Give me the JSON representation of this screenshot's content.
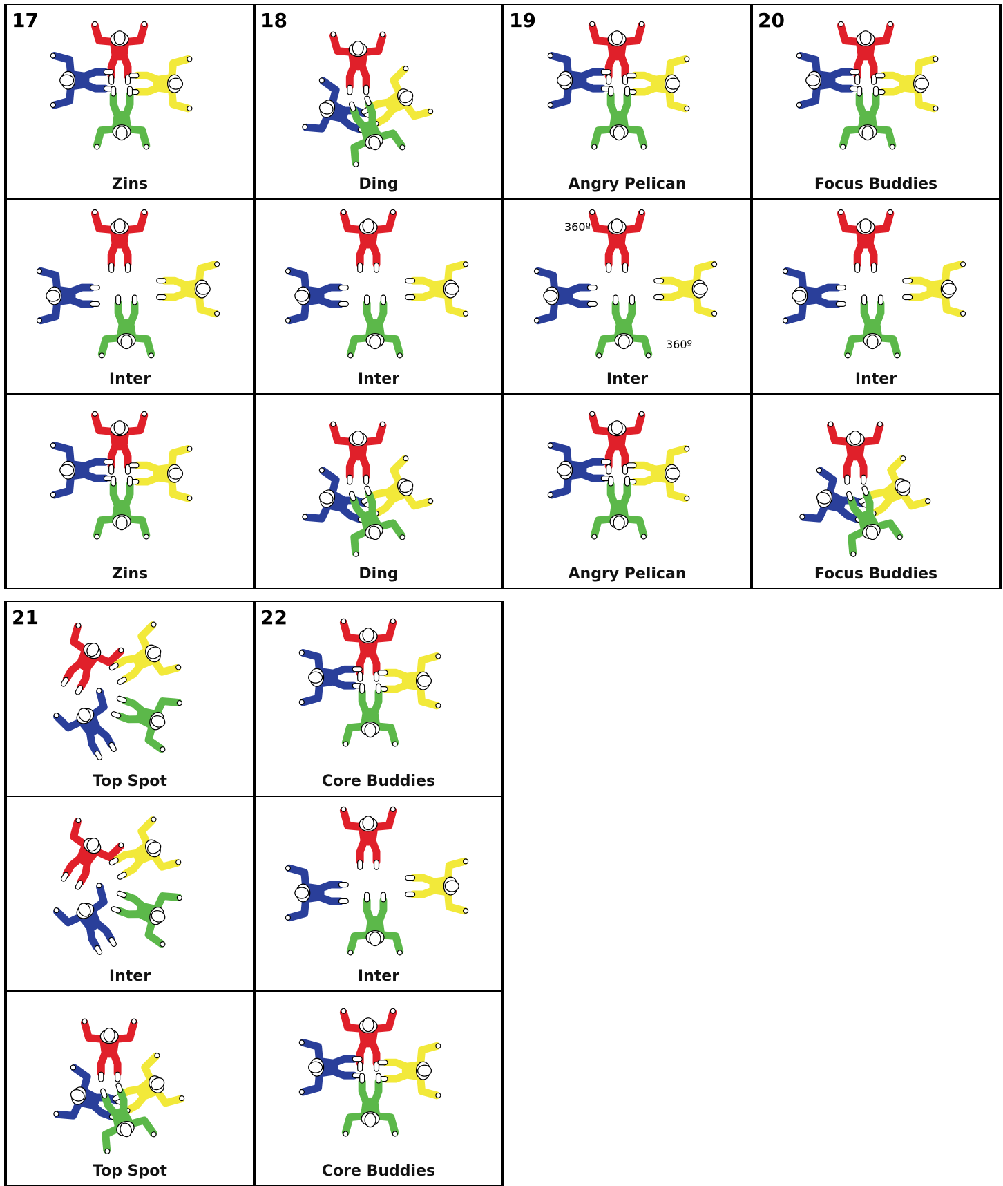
{
  "colors": {
    "red": "#e0202a",
    "blue": "#2a3f9a",
    "yellow": "#f2e93a",
    "green": "#5cb84a"
  },
  "blocks": [
    {
      "number": "17",
      "labels": [
        "Zins",
        "Inter",
        "Zins"
      ]
    },
    {
      "number": "18",
      "labels": [
        "Ding",
        "Inter",
        "Ding"
      ]
    },
    {
      "number": "19",
      "labels": [
        "Angry Pelican",
        "Inter",
        "Angry Pelican"
      ],
      "rotation_note": "360º"
    },
    {
      "number": "20",
      "labels": [
        "Focus Buddies",
        "Inter",
        "Focus Buddies"
      ]
    },
    {
      "number": "21",
      "labels": [
        "Top Spot",
        "Inter",
        "Top Spot"
      ]
    },
    {
      "number": "22",
      "labels": [
        "Core Buddies",
        "Inter",
        "Core Buddies"
      ]
    }
  ]
}
